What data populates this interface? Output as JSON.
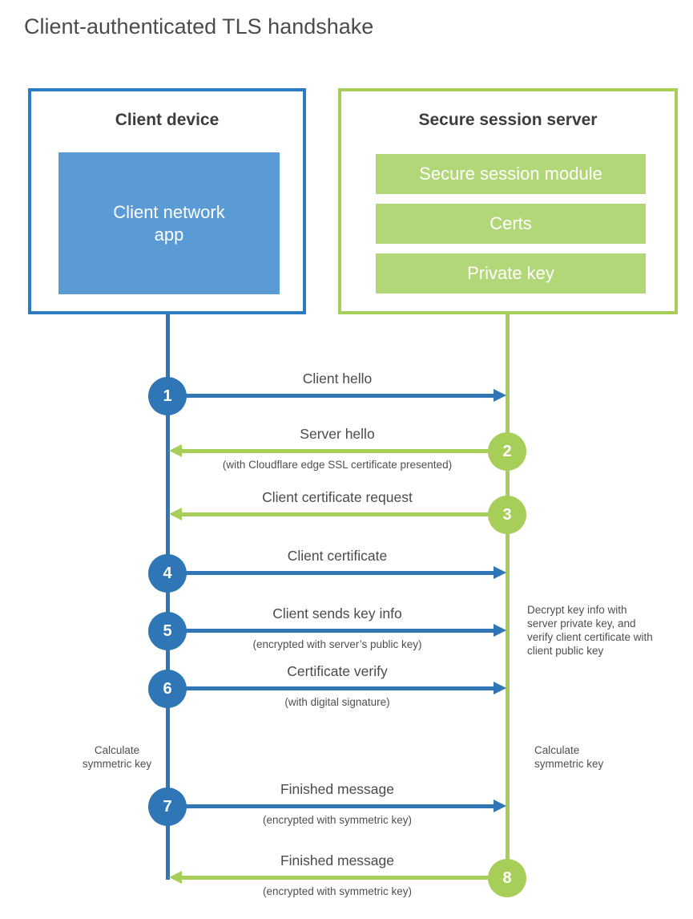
{
  "page": {
    "title": "Client-authenticated TLS handshake"
  },
  "colors": {
    "client_blue": "#2e76b5",
    "client_border_blue": "#2d7bc0",
    "client_fill_blue": "#5b9bd5",
    "server_green": "#a6ce58",
    "server_fill_green": "#b2d779",
    "heading_text": "#3d3d3d",
    "label_text": "#4f4f4f"
  },
  "client": {
    "title": "Client device",
    "modules": [
      {
        "label": "Client network app"
      }
    ]
  },
  "server": {
    "title": "Secure session server",
    "modules": [
      {
        "label": "Secure session module"
      },
      {
        "label": "Certs"
      },
      {
        "label": "Private key"
      }
    ]
  },
  "flow": {
    "steps": [
      {
        "num": "1",
        "label": "Client hello",
        "sub": "",
        "from": "client",
        "to": "server"
      },
      {
        "num": "2",
        "label": "Server hello",
        "sub": "(with Cloudflare edge SSL certificate presented)",
        "from": "server",
        "to": "client"
      },
      {
        "num": "3",
        "label": "Client certificate request",
        "sub": "",
        "from": "server",
        "to": "client"
      },
      {
        "num": "4",
        "label": "Client certificate",
        "sub": "",
        "from": "client",
        "to": "server"
      },
      {
        "num": "5",
        "label": "Client sends key info",
        "sub": "(encrypted with server’s public key)",
        "from": "client",
        "to": "server"
      },
      {
        "num": "6",
        "label": "Certificate verify",
        "sub": "(with digital signature)",
        "from": "client",
        "to": "server"
      },
      {
        "num": "7",
        "label": "Finished message",
        "sub": "(encrypted with symmetric key)",
        "from": "client",
        "to": "server"
      },
      {
        "num": "8",
        "label": "Finished message",
        "sub": "(encrypted with symmetric key)",
        "from": "server",
        "to": "client"
      }
    ],
    "annotations": {
      "decrypt_note": "Decrypt key info with server private key, and verify client certificate with client public key",
      "calc_left": "Calculate symmetric key",
      "calc_right": "Calculate symmetric key"
    }
  }
}
